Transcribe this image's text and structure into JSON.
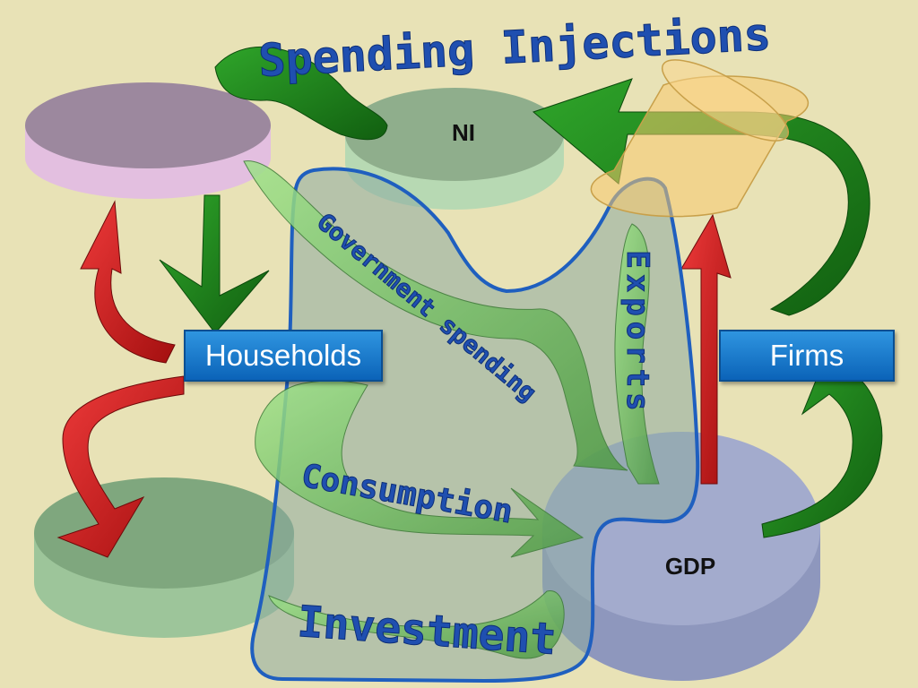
{
  "diagram": {
    "title": "Spending Injections",
    "nodes": {
      "ni": "NI",
      "gdp": "GDP",
      "households": "Households",
      "firms": "Firms"
    },
    "flows": {
      "government_spending": "Government spending",
      "exports": "Exports",
      "consumption": "Consumption",
      "investment": "Investment"
    },
    "colors": {
      "background": "#e8e2b6",
      "flow_green": "#1f7d1a",
      "flow_red": "#c81e1e",
      "injection_outline": "#1f5fbf",
      "label_box": "#1273cc",
      "households_disk": "#d6b0d4",
      "gdp_disk": "#9aa4c6",
      "ni_disk": "#a9ccaa",
      "leak_disk": "#f5c66a"
    }
  }
}
